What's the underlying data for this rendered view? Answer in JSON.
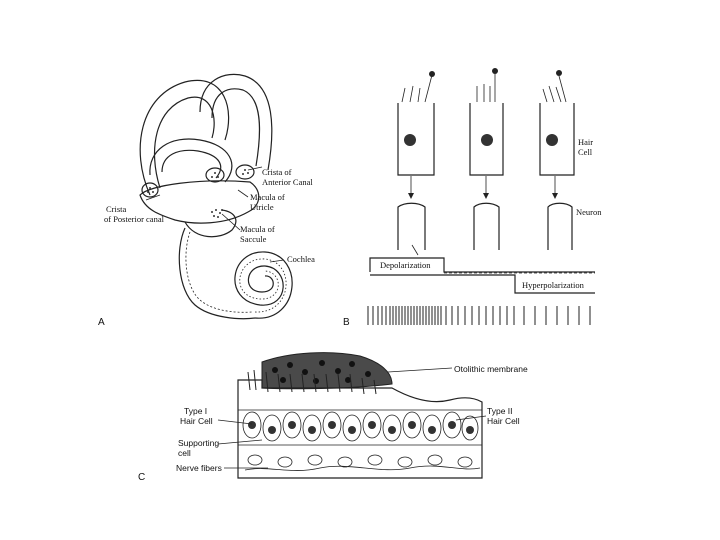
{
  "panel_a": {
    "letter": "A",
    "labels": {
      "crista_anterior_1": "Crista of",
      "crista_anterior_2": "Anterior Canal",
      "macula_utricle_1": "Macula of",
      "macula_utricle_2": "Utricle",
      "crista_posterior_1": "Crista",
      "crista_posterior_2": "of Posterior canal",
      "macula_saccule_1": "Macula of",
      "macula_saccule_2": "Saccule",
      "cochlea": "Cochlea"
    }
  },
  "panel_b": {
    "letter": "B",
    "labels": {
      "hair_cell_1": "Hair",
      "hair_cell_2": "Cell",
      "neuron": "Neuron",
      "depolarization": "Depolarization",
      "hyperpolarization": "Hyperpolarization"
    }
  },
  "panel_c": {
    "letter": "C",
    "labels": {
      "otolithic_membrane": "Otolithic membrane",
      "type1_1": "Type I",
      "type1_2": "Hair Cell",
      "supporting_1": "Supporting",
      "supporting_2": "cell",
      "nerve_fibers": "Nerve fibers",
      "type2_1": "Type II",
      "type2_2": "Hair Cell"
    }
  }
}
